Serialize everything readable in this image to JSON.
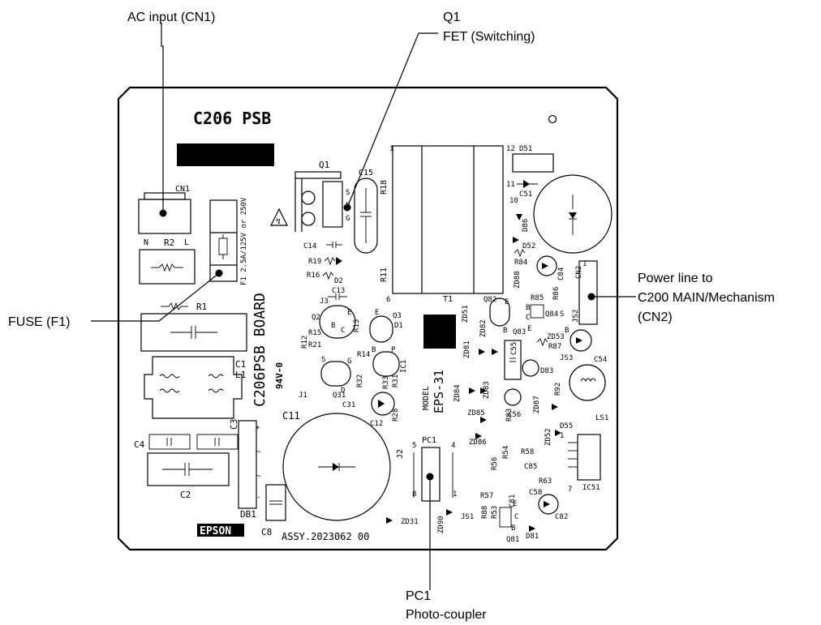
{
  "callouts": {
    "ac_input": "AC input (CN1)",
    "q1_title": "Q1",
    "q1_desc": "FET (Switching)",
    "power_line_1": "Power line to",
    "power_line_2": "C200 MAIN/Mechanism",
    "power_line_3": "(CN2)",
    "fuse": "FUSE (F1)",
    "pc1_title": "PC1",
    "pc1_desc": "Photo-coupler"
  },
  "board": {
    "name": "C206 PSB",
    "board_label": "C206PSB BOARD",
    "rating": "94V-0",
    "model": "MODEL",
    "model_code": "EPS-31",
    "assy": "ASSY.2023062  00",
    "logo": "EPSON",
    "fuse_rating": "F1 2.5A/125V or 250V",
    "transformer": "T1",
    "refs": [
      "CN1",
      "R2",
      "N",
      "L",
      "Q1",
      "C15",
      "R18",
      "C14",
      "R19",
      "R16",
      "D2",
      "C13",
      "J3",
      "R1",
      "Q2",
      "R15",
      "R12",
      "R13",
      "Q3",
      "D1",
      "R21",
      "R14",
      "IC1",
      "R33",
      "R31",
      "R32",
      "Q31",
      "C31",
      "J1",
      "R28",
      "C12",
      "C1",
      "L1",
      "C11",
      "J2",
      "C3",
      "C4",
      "C2",
      "DB1",
      "C8",
      "PC1",
      "ZD31",
      "ZD90",
      "JS1",
      "12",
      "D51",
      "11",
      "C51",
      "10",
      "D86",
      "D52",
      "R84",
      "C84",
      "CN2",
      "ZD88",
      "R85",
      "R86",
      "Q84",
      "Q82",
      "Q83",
      "JS2",
      "ZD51",
      "ZD82",
      "ZD81",
      "C55",
      "ZD53",
      "R87",
      "C54",
      "JS3",
      "D83",
      "ZD84",
      "ZD83",
      "C56",
      "R92",
      "ZD87",
      "R83",
      "ZD85",
      "ZD86",
      "ZD52",
      "D55",
      "LS1",
      "R54",
      "R56",
      "R58",
      "C85",
      "R63",
      "IC51",
      "R57",
      "R88",
      "R83",
      "C81",
      "C58",
      "C82",
      "Q81",
      "D81",
      "R53",
      "1",
      "6",
      "7",
      "8",
      "5",
      "4"
    ]
  }
}
